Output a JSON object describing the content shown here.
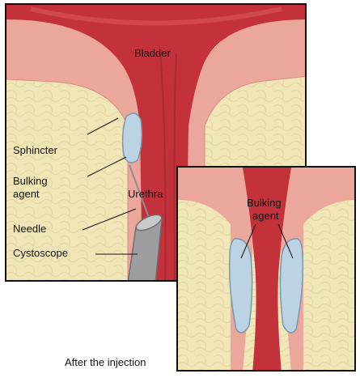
{
  "labels": {
    "bladder": "Bladder",
    "sphincter": "Sphincter",
    "bulking_agent_line1": "Bulking",
    "bulking_agent_line2": "agent",
    "urethra": "Urethra",
    "needle": "Needle",
    "cystoscope": "Cystoscope",
    "inset_bulking_line1": "Bulking",
    "inset_bulking_line2": "agent"
  },
  "caption": "After the injection",
  "colors": {
    "tissue_red": "#c3313a",
    "bladder_red": "#cf3a3f",
    "muscle_pink": "#eca79c",
    "fat_yellow": "#f1e6b8",
    "bulking_blue": "#bcd3e3",
    "cystoscope_gray": "#9e9ea2",
    "outline": "#111111"
  }
}
